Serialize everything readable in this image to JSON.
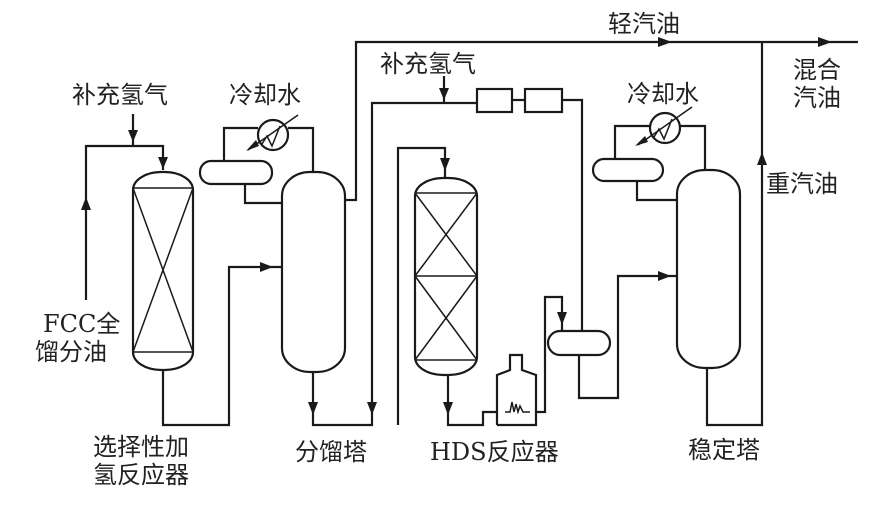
{
  "labels": {
    "h2_makeup_1": "补充氢气",
    "h2_makeup_2": "补充氢气",
    "cooling_water_1": "冷却水",
    "cooling_water_2": "冷却水",
    "feed_line1": "FCC全",
    "feed_line2": "馏分油",
    "reactor1_line1": "选择性加",
    "reactor1_line2": "氢反应器",
    "fractionator": "分馏塔",
    "hds_reactor": "HDS反应器",
    "stabilizer": "稳定塔",
    "light_gasoline": "轻汽油",
    "heavy_gasoline": "重汽油",
    "mixed_line1": "混合",
    "mixed_line2": "汽油"
  },
  "colors": {
    "line": "#1a1a1a",
    "background": "#ffffff"
  }
}
